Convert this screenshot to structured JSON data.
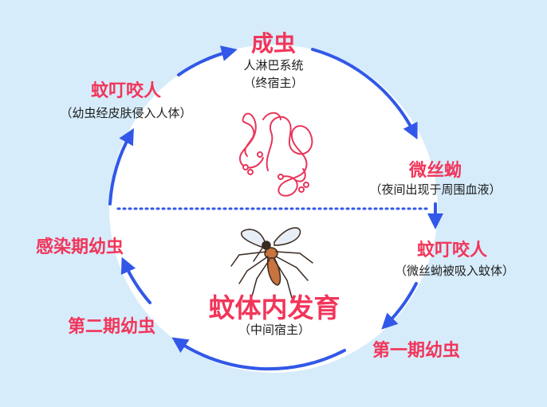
{
  "nodes": {
    "adult": {
      "title": "成虫",
      "sub1": "人淋巴系统",
      "sub2": "（终宿主）"
    },
    "microfilaria": {
      "title": "微丝蚴",
      "sub": "（夜间出现于周围血液）"
    },
    "bite_right": {
      "title": "蚊叮咬人",
      "sub": "（微丝蚴被吸入蚊体）"
    },
    "stage1": {
      "title": "第一期幼虫"
    },
    "in_mosquito": {
      "title": "蚊体内发育",
      "sub": "（中间宿主）"
    },
    "stage2": {
      "title": "第二期幼虫"
    },
    "infective": {
      "title": "感染期幼虫"
    },
    "bite_left": {
      "title": "蚊叮咬人",
      "sub": "（幼虫经皮肤侵入人体）"
    }
  },
  "colors": {
    "background": "#d6ecfb",
    "circle_fill": "#ffffff",
    "arrow": "#3158e8",
    "title_red": "#f2355a",
    "worm": "#e8365a",
    "mosquito_body": "#c8743e"
  },
  "icons": [
    "worm-icon",
    "mosquito-icon"
  ]
}
